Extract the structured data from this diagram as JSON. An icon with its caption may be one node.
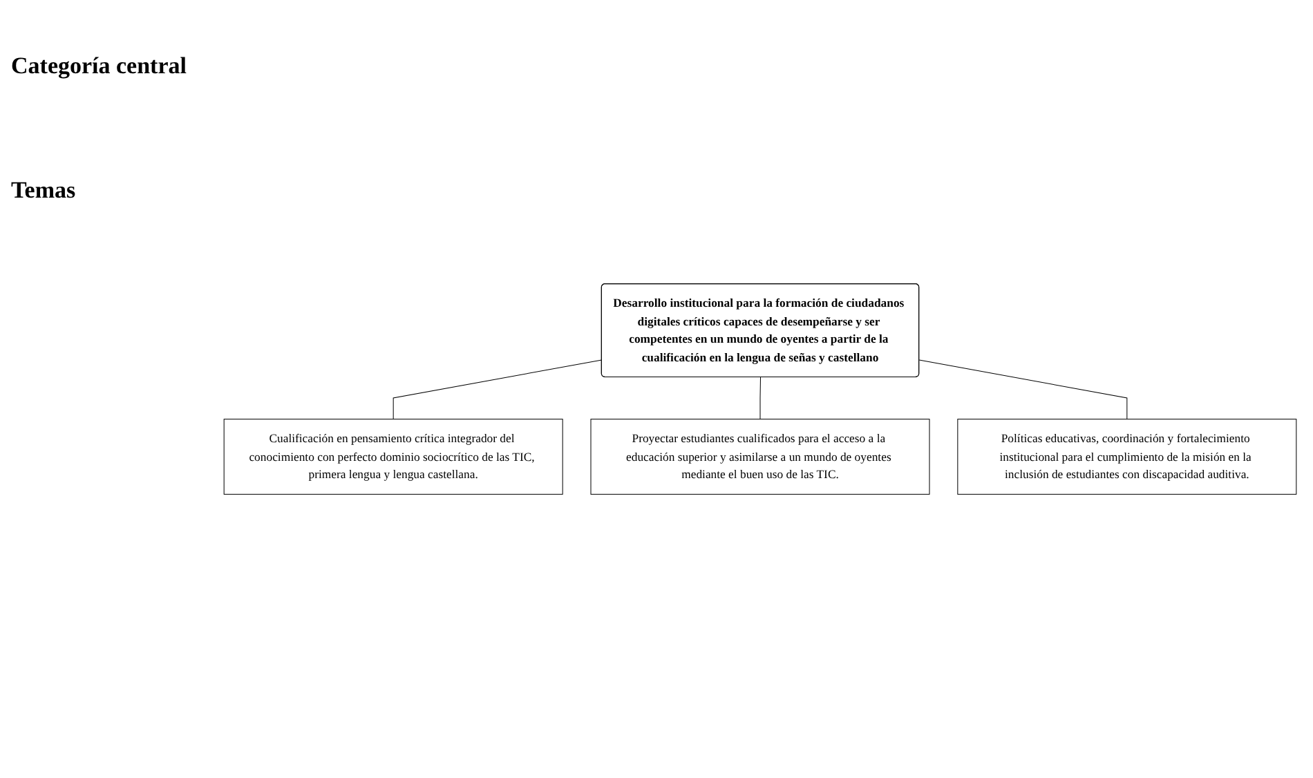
{
  "diagram": {
    "nodes": [
      {
        "text": [
          "Desarrollo institucional para la formación de ciudadanos digitales críticos capaces de desempeñarse y ser competentes en un mundo de oyentes a partir de la cualificación en la lengua de señas y castellano"
        ]
      },
      {
        "text": [
          "Cualificación en pensamiento crítica integrador del conocimiento con perfecto dominio sociocrítico de las TIC, primera lengua y lengua castellana."
        ]
      },
      {
        "text": [
          "Proyectar estudiantes cualificados para el acceso a la educación superior y asimilarse a un mundo de oyentes mediante el buen uso de las TIC."
        ]
      },
      {
        "text": [
          "Políticas educativas, coordinación y fortalecimiento institucional para el cumplimiento de la misión en la inclusión de estudiantes con discapacidad auditiva."
        ]
      }
    ],
    "edges": [
      {
        "from": 0,
        "to": 1,
        "arrow": "none"
      },
      {
        "from": 0,
        "to": 2,
        "arrow": "none"
      },
      {
        "from": 0,
        "to": 3,
        "arrow": "none"
      }
    ],
    "labels": [
      "Categoría central",
      "Temas"
    ]
  }
}
